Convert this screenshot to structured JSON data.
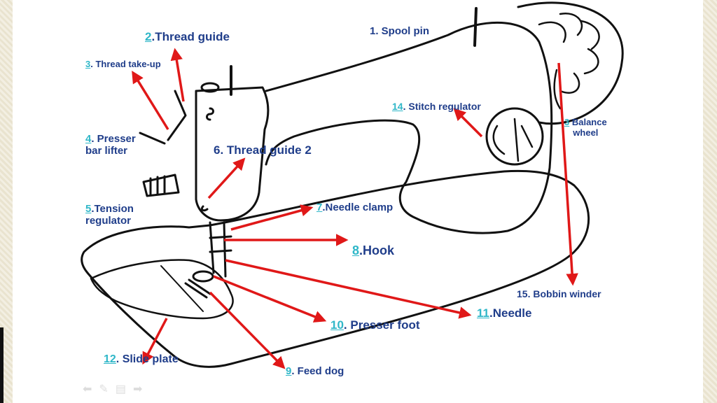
{
  "labels": {
    "l1": {
      "num": "",
      "text": "1.  Spool pin"
    },
    "l2": {
      "num": "2",
      "text": ".Thread guide"
    },
    "l3": {
      "num": "3",
      "text": ". Thread take-up"
    },
    "l4a": {
      "num": "4",
      "text": ". Presser"
    },
    "l4b": {
      "text": "bar lifter"
    },
    "l5a": {
      "num": "5",
      "text": ".Tension"
    },
    "l5b": {
      "text": "regulator"
    },
    "l6": {
      "num": "",
      "text": "6.  Thread guide 2"
    },
    "l7": {
      "num": "7",
      "text": ".Needle clamp"
    },
    "l8": {
      "num": "8",
      "text": ".Hook"
    },
    "l9": {
      "num": "9",
      "text": ". Feed dog"
    },
    "l10": {
      "num": "10",
      "text": ". Presser foot"
    },
    "l11": {
      "num": "11",
      "text": ".Needle"
    },
    "l12": {
      "num": "12",
      "text": ". Slide  plate"
    },
    "l13a": {
      "num": "3",
      "text": " Balance"
    },
    "l13b": {
      "text": "wheel"
    },
    "l14": {
      "num": "14",
      "text": ".  Stitch regulator"
    },
    "l15": {
      "text": "15. Bobbin winder"
    }
  },
  "colors": {
    "label": "#1f3d8a",
    "number": "#2fb7c8",
    "arrow": "#e01818",
    "sketch": "#111111"
  },
  "nav_icons": [
    "arrow-left-icon",
    "pen-icon",
    "slides-icon",
    "arrow-right-icon"
  ]
}
